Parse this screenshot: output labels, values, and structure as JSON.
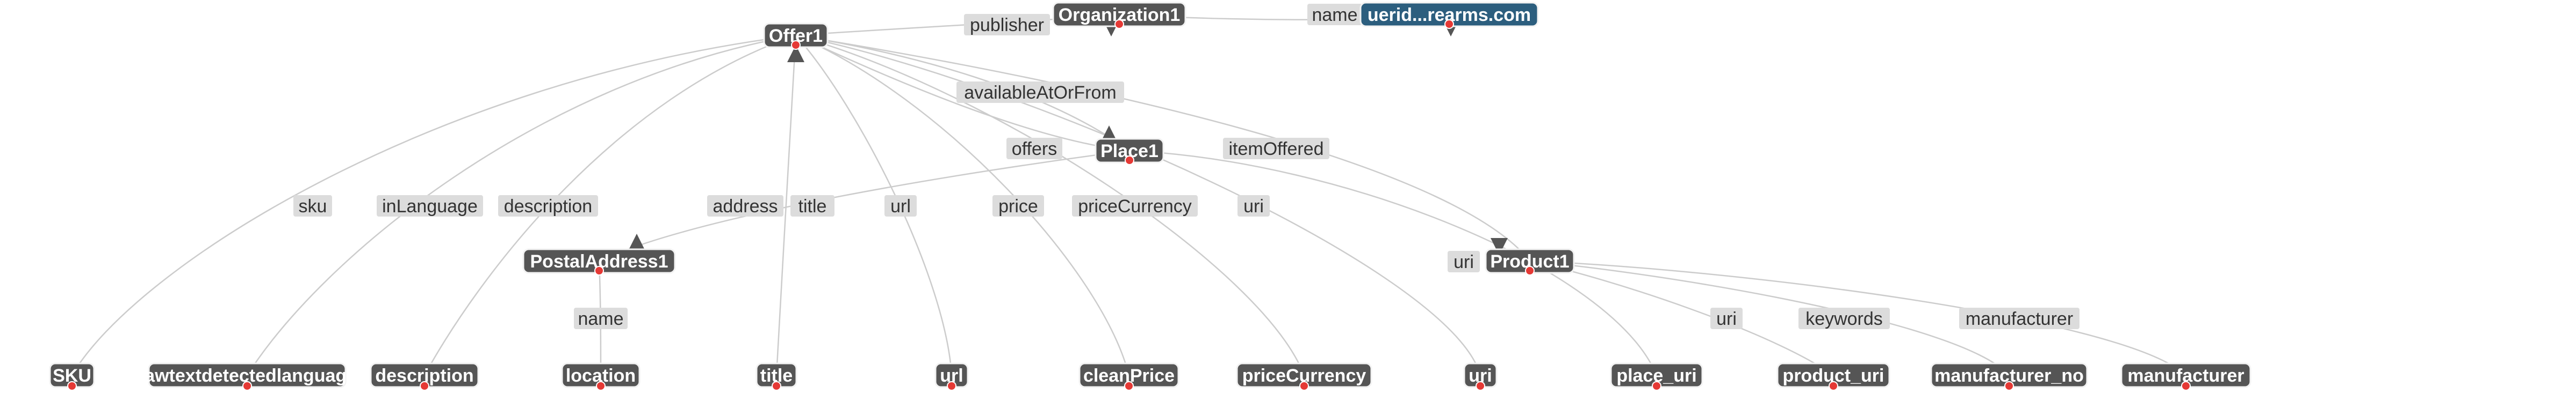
{
  "graph": {
    "colors": {
      "node": "#555555",
      "literal_node": "#2c5e7e",
      "edge": "#cccccc",
      "edge_label_bg": "#dcdcdc",
      "anchor_dot": "#e53935",
      "arrowhead": "#555555"
    },
    "nodes": [
      {
        "id": "offer",
        "label": "Offer1"
      },
      {
        "id": "org",
        "label": "Organization1"
      },
      {
        "id": "lit_name",
        "label": "uerid...rearms.com"
      },
      {
        "id": "place",
        "label": "Place1"
      },
      {
        "id": "postal",
        "label": "PostalAddress1"
      },
      {
        "id": "product",
        "label": "Product1"
      },
      {
        "id": "sku",
        "label": "SKU"
      },
      {
        "id": "rawtext",
        "label": "rawtextdetectedlanguage"
      },
      {
        "id": "descr",
        "label": "description"
      },
      {
        "id": "location",
        "label": "location"
      },
      {
        "id": "title",
        "label": "title"
      },
      {
        "id": "url",
        "label": "url"
      },
      {
        "id": "cleanprice",
        "label": "cleanPrice"
      },
      {
        "id": "pricecurrency",
        "label": "priceCurrency"
      },
      {
        "id": "uri",
        "label": "uri"
      },
      {
        "id": "place_uri",
        "label": "place_uri"
      },
      {
        "id": "product_uri",
        "label": "product_uri"
      },
      {
        "id": "manufacturer_no",
        "label": "manufacturer_no"
      },
      {
        "id": "manufacturer",
        "label": "manufacturer"
      }
    ],
    "edges": [
      {
        "from": "offer",
        "to": "org",
        "label": "publisher"
      },
      {
        "from": "org",
        "to": "lit_name",
        "label": "name"
      },
      {
        "from": "offer",
        "to": "place",
        "label": "availableAtOrFrom"
      },
      {
        "from": "place",
        "to": "offer",
        "label": "offers"
      },
      {
        "from": "offer",
        "to": "product",
        "label": "itemOffered"
      },
      {
        "from": "offer",
        "to": "sku",
        "label": "sku"
      },
      {
        "from": "offer",
        "to": "rawtext",
        "label": "inLanguage"
      },
      {
        "from": "offer",
        "to": "descr",
        "label": "description"
      },
      {
        "from": "place",
        "to": "postal",
        "label": "address"
      },
      {
        "from": "offer",
        "to": "title",
        "label": "title"
      },
      {
        "from": "offer",
        "to": "url",
        "label": "url"
      },
      {
        "from": "offer",
        "to": "cleanprice",
        "label": "price"
      },
      {
        "from": "offer",
        "to": "pricecurrency",
        "label": "priceCurrency"
      },
      {
        "from": "offer",
        "to": "uri",
        "label": "uri"
      },
      {
        "from": "postal",
        "to": "location",
        "label": "name"
      },
      {
        "from": "place",
        "to": "place_uri",
        "label": "uri"
      },
      {
        "from": "product",
        "to": "product_uri",
        "label": "uri"
      },
      {
        "from": "product",
        "to": "manufacturer_no",
        "label": "keywords"
      },
      {
        "from": "product",
        "to": "manufacturer",
        "label": "manufacturer"
      }
    ]
  }
}
